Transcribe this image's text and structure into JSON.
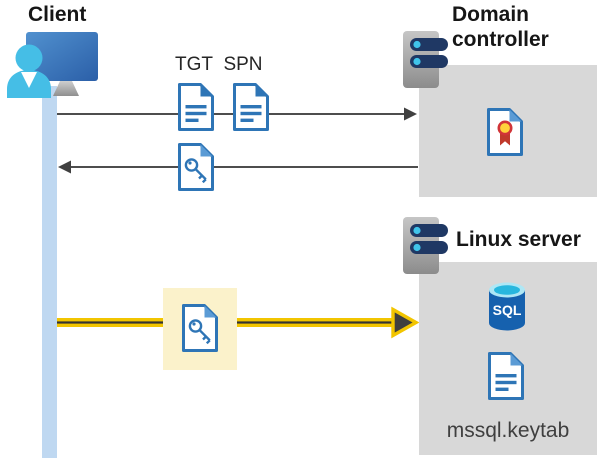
{
  "diagram": {
    "client": {
      "label": "Client",
      "icon": "client-user-workstation-icon"
    },
    "domain_controller": {
      "label": "Domain controller",
      "icon": "server-icon",
      "content_icon": "certificate-icon"
    },
    "linux_server": {
      "label": "Linux server",
      "icon": "server-icon",
      "sql_label": "SQL",
      "keytab_filename": "mssql.keytab",
      "content_icons": [
        "sql-database-icon",
        "keytab-document-icon"
      ]
    },
    "labels": {
      "tgt": "TGT",
      "spn": "SPN"
    },
    "flows": [
      {
        "name": "ticket-request",
        "from": "client",
        "to": "domain-controller",
        "items": [
          "TGT",
          "SPN"
        ],
        "style": "plain-gray-arrow"
      },
      {
        "name": "ticket-response",
        "from": "domain-controller",
        "to": "client",
        "items": [
          "service-key-document"
        ],
        "style": "plain-gray-arrow"
      },
      {
        "name": "service-ticket-to-sql",
        "from": "client",
        "to": "linux-server",
        "items": [
          "service-key-document"
        ],
        "style": "highlighted-yellow-arrow"
      }
    ],
    "colors": {
      "doc_blue": "#2E75B6",
      "fold_light_blue": "#5B9BD5",
      "box_gray": "#D8D8D8",
      "timeline_blue": "#BFD8F1",
      "arrow_gray": "#4D4D4D",
      "arrow_yellow": "#F2C500",
      "highlight_yellow": "#FBF2CB",
      "sql_blue": "#1661AE",
      "sql_cyan": "#28B7DE",
      "server_navy": "#1F3864",
      "server_dot_cyan": "#40C4EA",
      "cert_red": "#C0392B",
      "cert_gold": "#FFD23B",
      "person_cyan": "#45BEE6"
    }
  }
}
